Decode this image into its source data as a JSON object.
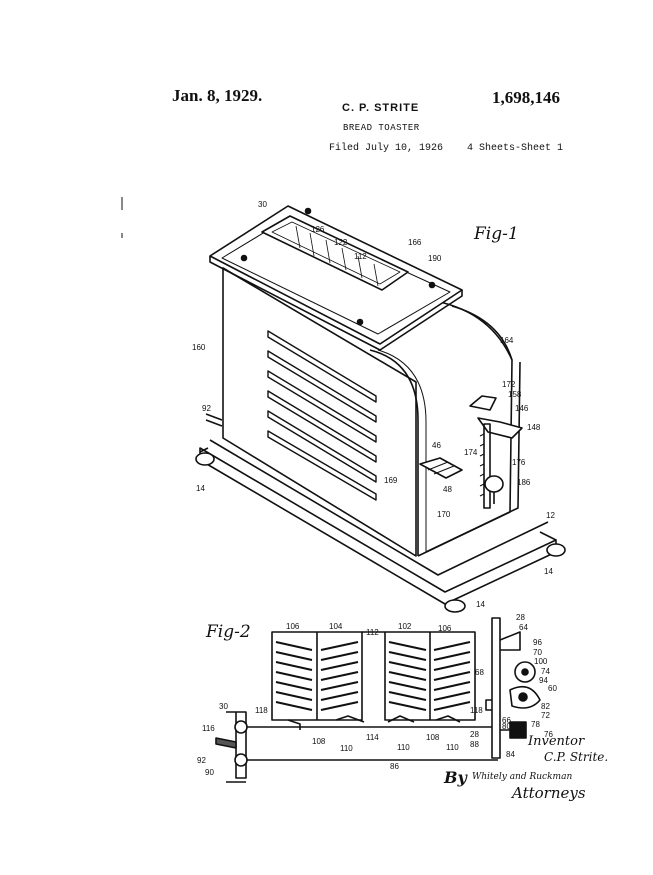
{
  "header": {
    "date": "Jan. 8, 1929.",
    "patent_number": "1,698,146",
    "inventor_name": "C. P. STRITE",
    "title": "BREAD TOASTER",
    "filed": "Filed July 10, 1926",
    "sheet": "4 Sheets-Sheet  1"
  },
  "figures": {
    "fig1_label": "Fig-1",
    "fig2_label": "Fig-2"
  },
  "fig1_labels": [
    "30",
    "126",
    "122",
    "112",
    "166",
    "190",
    "160",
    "164",
    "172",
    "158",
    "146",
    "148",
    "92",
    "46",
    "174",
    "176",
    "48",
    "186",
    "169",
    "14",
    "170",
    "12",
    "14",
    "14"
  ],
  "fig2_labels": [
    "106",
    "104",
    "112",
    "102",
    "106",
    "28",
    "64",
    "96",
    "70",
    "68",
    "100",
    "74",
    "94",
    "60",
    "30",
    "118",
    "82",
    "72",
    "76",
    "116",
    "108",
    "110",
    "114",
    "110",
    "108",
    "110",
    "118",
    "66",
    "80",
    "78",
    "28",
    "88",
    "84",
    "92",
    "90",
    "86"
  ],
  "signature": {
    "inventor_label": "Inventor",
    "inventor_sig": "C.P. Strite.",
    "by": "By",
    "attorney_firm": "Whitely and Ruckman",
    "attorneys": "Attorneys"
  }
}
